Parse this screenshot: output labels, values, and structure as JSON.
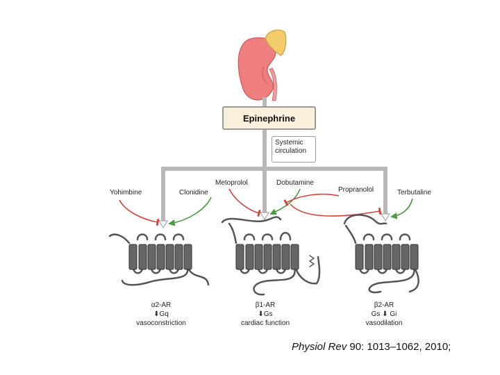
{
  "source_box": {
    "label": "Epinephrine"
  },
  "circulation_box": {
    "line1": "Systemic",
    "line2": "circulation"
  },
  "drugs": {
    "yohimbine": "Yohimbine",
    "clonidine": "Clonidine",
    "metoprolol": "Metoprolol",
    "dobutamine": "Dobutamine",
    "propranolol": "Propranolol",
    "terbutaline": "Terbutaline"
  },
  "receptors": [
    {
      "name": "α2-AR",
      "signal": "⬇Gq",
      "effect": "vasoconstriction"
    },
    {
      "name": "β1-AR",
      "signal": "⬇Gs",
      "effect": "cardiac function"
    },
    {
      "name": "β2-AR",
      "signal": "Gs ⬇ Gi",
      "effect": "vasodilation"
    }
  ],
  "citation": {
    "journal": "Physiol Rev",
    "details": " 90: 1013–1062, 2010;"
  },
  "colors": {
    "antagonist": "#d6403a",
    "agonist": "#4a9a3f",
    "helix": "#666666",
    "connector": "#b8b8b8",
    "kidney": "#ef7f7f",
    "adrenal": "#f2cc6a"
  },
  "icons": [
    "kidney-icon",
    "adrenal-gland-icon",
    "receptor-icon"
  ]
}
